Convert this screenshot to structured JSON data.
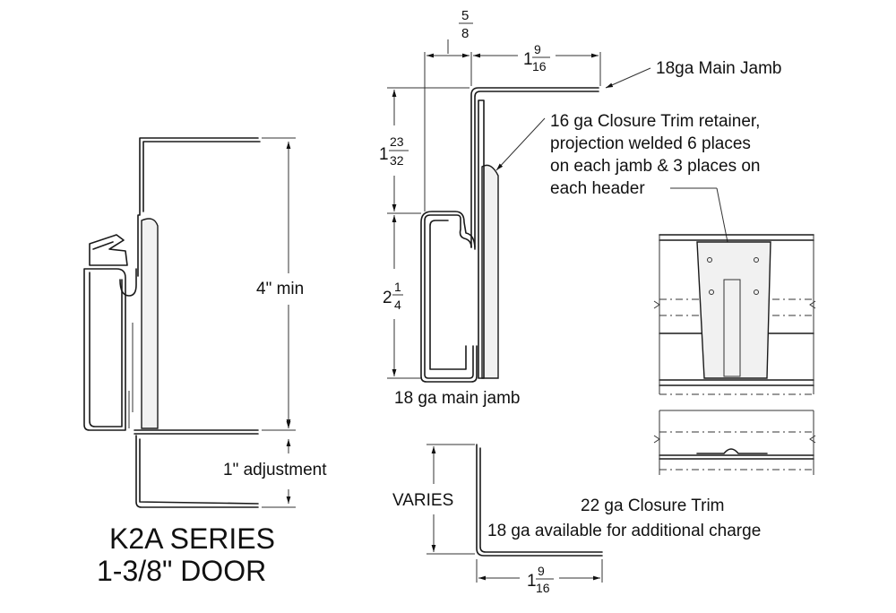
{
  "title": {
    "line1": "K2A SERIES",
    "line2": "1-3/8\" DOOR"
  },
  "dimensions": {
    "min_height": "4\" min",
    "adjustment": "1\" adjustment",
    "varies": "VARIES",
    "top_small": {
      "num": "5",
      "den": "8"
    },
    "top_width": {
      "whole": "1",
      "num": "9",
      "den": "16"
    },
    "jamb_height": {
      "whole": "1",
      "num": "23",
      "den": "32"
    },
    "lower_height": {
      "whole": "2",
      "num": "1",
      "den": "4"
    },
    "trim_width": {
      "whole": "1",
      "num": "9",
      "den": "16"
    }
  },
  "callouts": {
    "main_jamb_top": "18ga Main Jamb",
    "retainer_lines": [
      "16 ga Closure Trim retainer,",
      "projection welded 6 places",
      "on each jamb & 3 places on",
      "each header"
    ],
    "main_jamb_bottom": "18 ga main jamb",
    "closure_trim": "22 ga Closure Trim",
    "closure_trim_note": "18 ga available for additional charge"
  },
  "colors": {
    "line": "#1a1a1a",
    "background": "#ffffff"
  }
}
